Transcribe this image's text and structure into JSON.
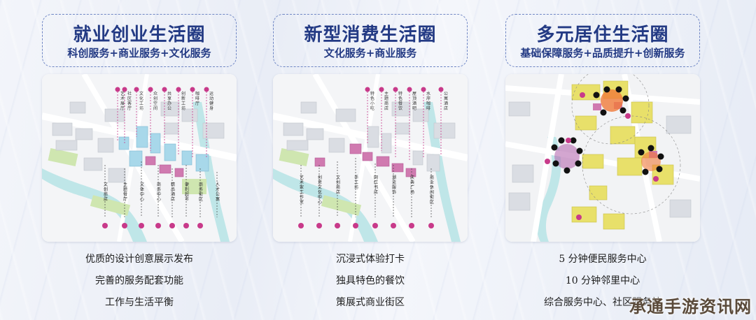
{
  "panels": [
    {
      "title": "就业创业生活圈",
      "subtitle": "科创服务+商业服务+文化服务",
      "top_labels": [
        "艺术展厅",
        "社区客厅",
        "文化工坊",
        "众创空间",
        "共享办公",
        "创新工坊",
        "咖啡厅",
        "运动健身"
      ],
      "bottom_labels": [
        "文创商店",
        "主题餐厅",
        "文体中心",
        "商务中心",
        "精品酒店",
        "便利超市",
        "商务街区",
        "人才公寓"
      ],
      "features": [
        "优质的设计创意展示发布",
        "完善的服务配套功能",
        "工作与生活平衡"
      ]
    },
    {
      "title": "新型消费生活圈",
      "subtitle": "文化服务+商业服务",
      "top_labels": [
        "特色小吃",
        "主题商店",
        "特色餐饮",
        "屋顶酒吧",
        "水岸咖啡",
        "公寓酒店"
      ],
      "bottom_labels": [
        "艺术家工作室",
        "创意文化中心",
        "文创商店",
        "手工坊",
        "网红书店",
        "潮流服饰",
        "庆典广场",
        "商业休闲街区"
      ],
      "features": [
        "沉浸式体验打卡",
        "独具特色的餐饮",
        "策展式商业街区"
      ]
    },
    {
      "title": "多元居住生活圈",
      "subtitle": "基础保障服务+品质提升+创新服务",
      "features": [
        "5 分钟便民服务中心",
        "10 分钟邻里中心",
        "综合服务中心、社区服务站"
      ]
    }
  ],
  "watermark": "承通手游资讯网",
  "colors": {
    "title": "#233a84",
    "dashed_border": "#6f86c4",
    "highlight": "#c83a8a",
    "residential": "#e8e06a",
    "activity": "#f07a3a"
  }
}
